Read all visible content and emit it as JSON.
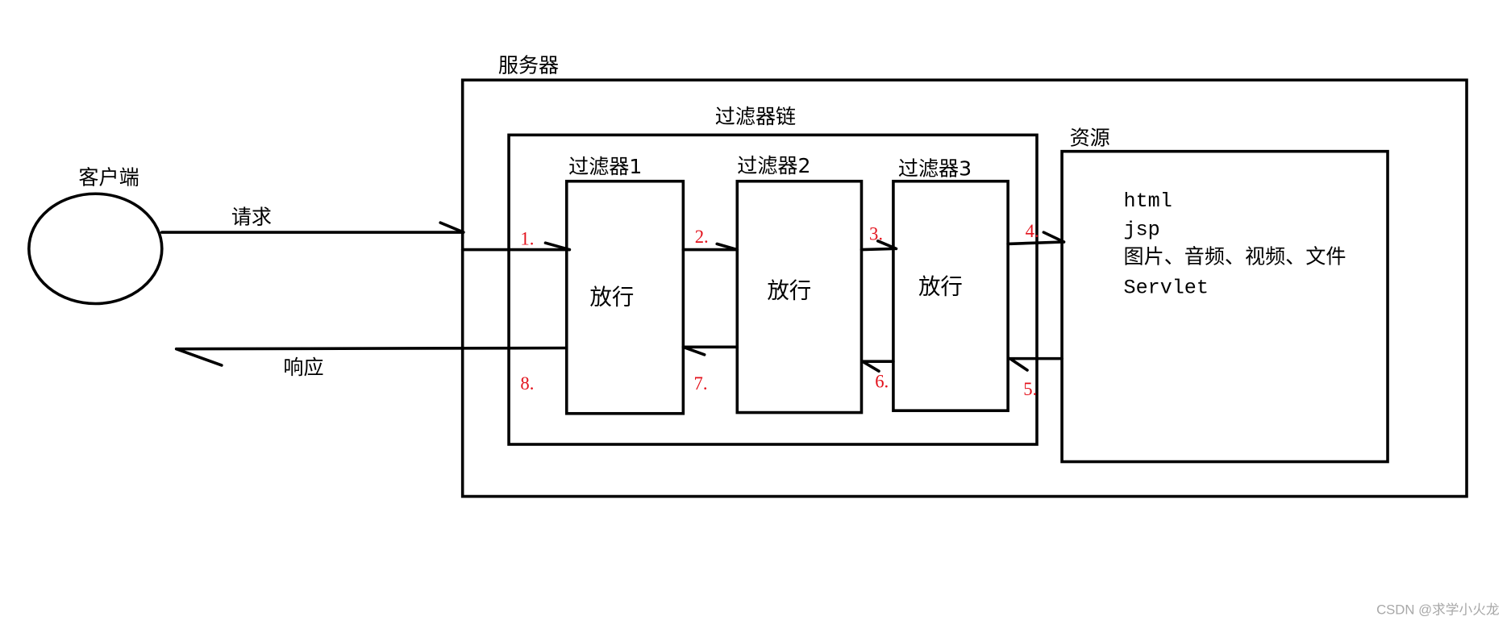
{
  "client": {
    "label": "客户端"
  },
  "request": {
    "label": "请求"
  },
  "response": {
    "label": "响应"
  },
  "server": {
    "label": "服务器"
  },
  "filter_chain": {
    "label": "过滤器链",
    "filters": [
      {
        "label": "过滤器1",
        "action": "放行"
      },
      {
        "label": "过滤器2",
        "action": "放行"
      },
      {
        "label": "过滤器3",
        "action": "放行"
      }
    ]
  },
  "resources": {
    "label": "资源",
    "items": [
      "html",
      "jsp",
      "图片、音频、视频、文件",
      "Servlet"
    ]
  },
  "steps": [
    "1.",
    "2.",
    "3.",
    "4.",
    "5.",
    "6.",
    "7.",
    "8."
  ],
  "watermark": "CSDN @求学小火龙",
  "colors": {
    "stroke": "#000000",
    "step_number": "#e3121c",
    "watermark": "#a8a8a8",
    "background": "#ffffff"
  }
}
